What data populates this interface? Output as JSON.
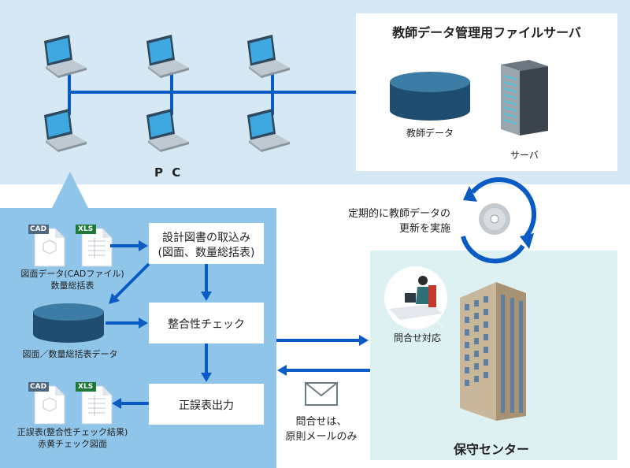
{
  "network": {
    "pc_label": "P C",
    "server_title": "教師データ管理用ファイルサーバ",
    "db_label": "教師データ",
    "server_label": "サーバ"
  },
  "sync": {
    "line1": "定期的に教師データの",
    "line2": "更新を実施"
  },
  "left_panel": {
    "file_badges": {
      "cad": "CAD",
      "xls": "XLS"
    },
    "inputs_line1": "図面データ(CADファイル)",
    "inputs_line2": "数量総括表",
    "db_label": "図面／数量総括表データ",
    "outputs_line1": "正誤表(整合性チェック結果)",
    "outputs_line2": "赤黄チェック図面",
    "step1_line1": "設計図書の取込み",
    "step1_line2": "(図面、数量総括表)",
    "step2": "整合性チェック",
    "step3": "正誤表出力"
  },
  "inquiry": {
    "line1": "問合せは、",
    "line2": "原則メールのみ"
  },
  "maintenance": {
    "support_label": "問合せ対応",
    "center_label": "保守センター"
  },
  "colors": {
    "top_bg": "#d5e8f4",
    "left_panel_bg": "#8ec5e8",
    "right_panel_bg": "#ddf1f3",
    "arrow_blue": "#0a5bc4",
    "db_dark": "#1e4d70",
    "db_light": "#3d7ca4"
  }
}
